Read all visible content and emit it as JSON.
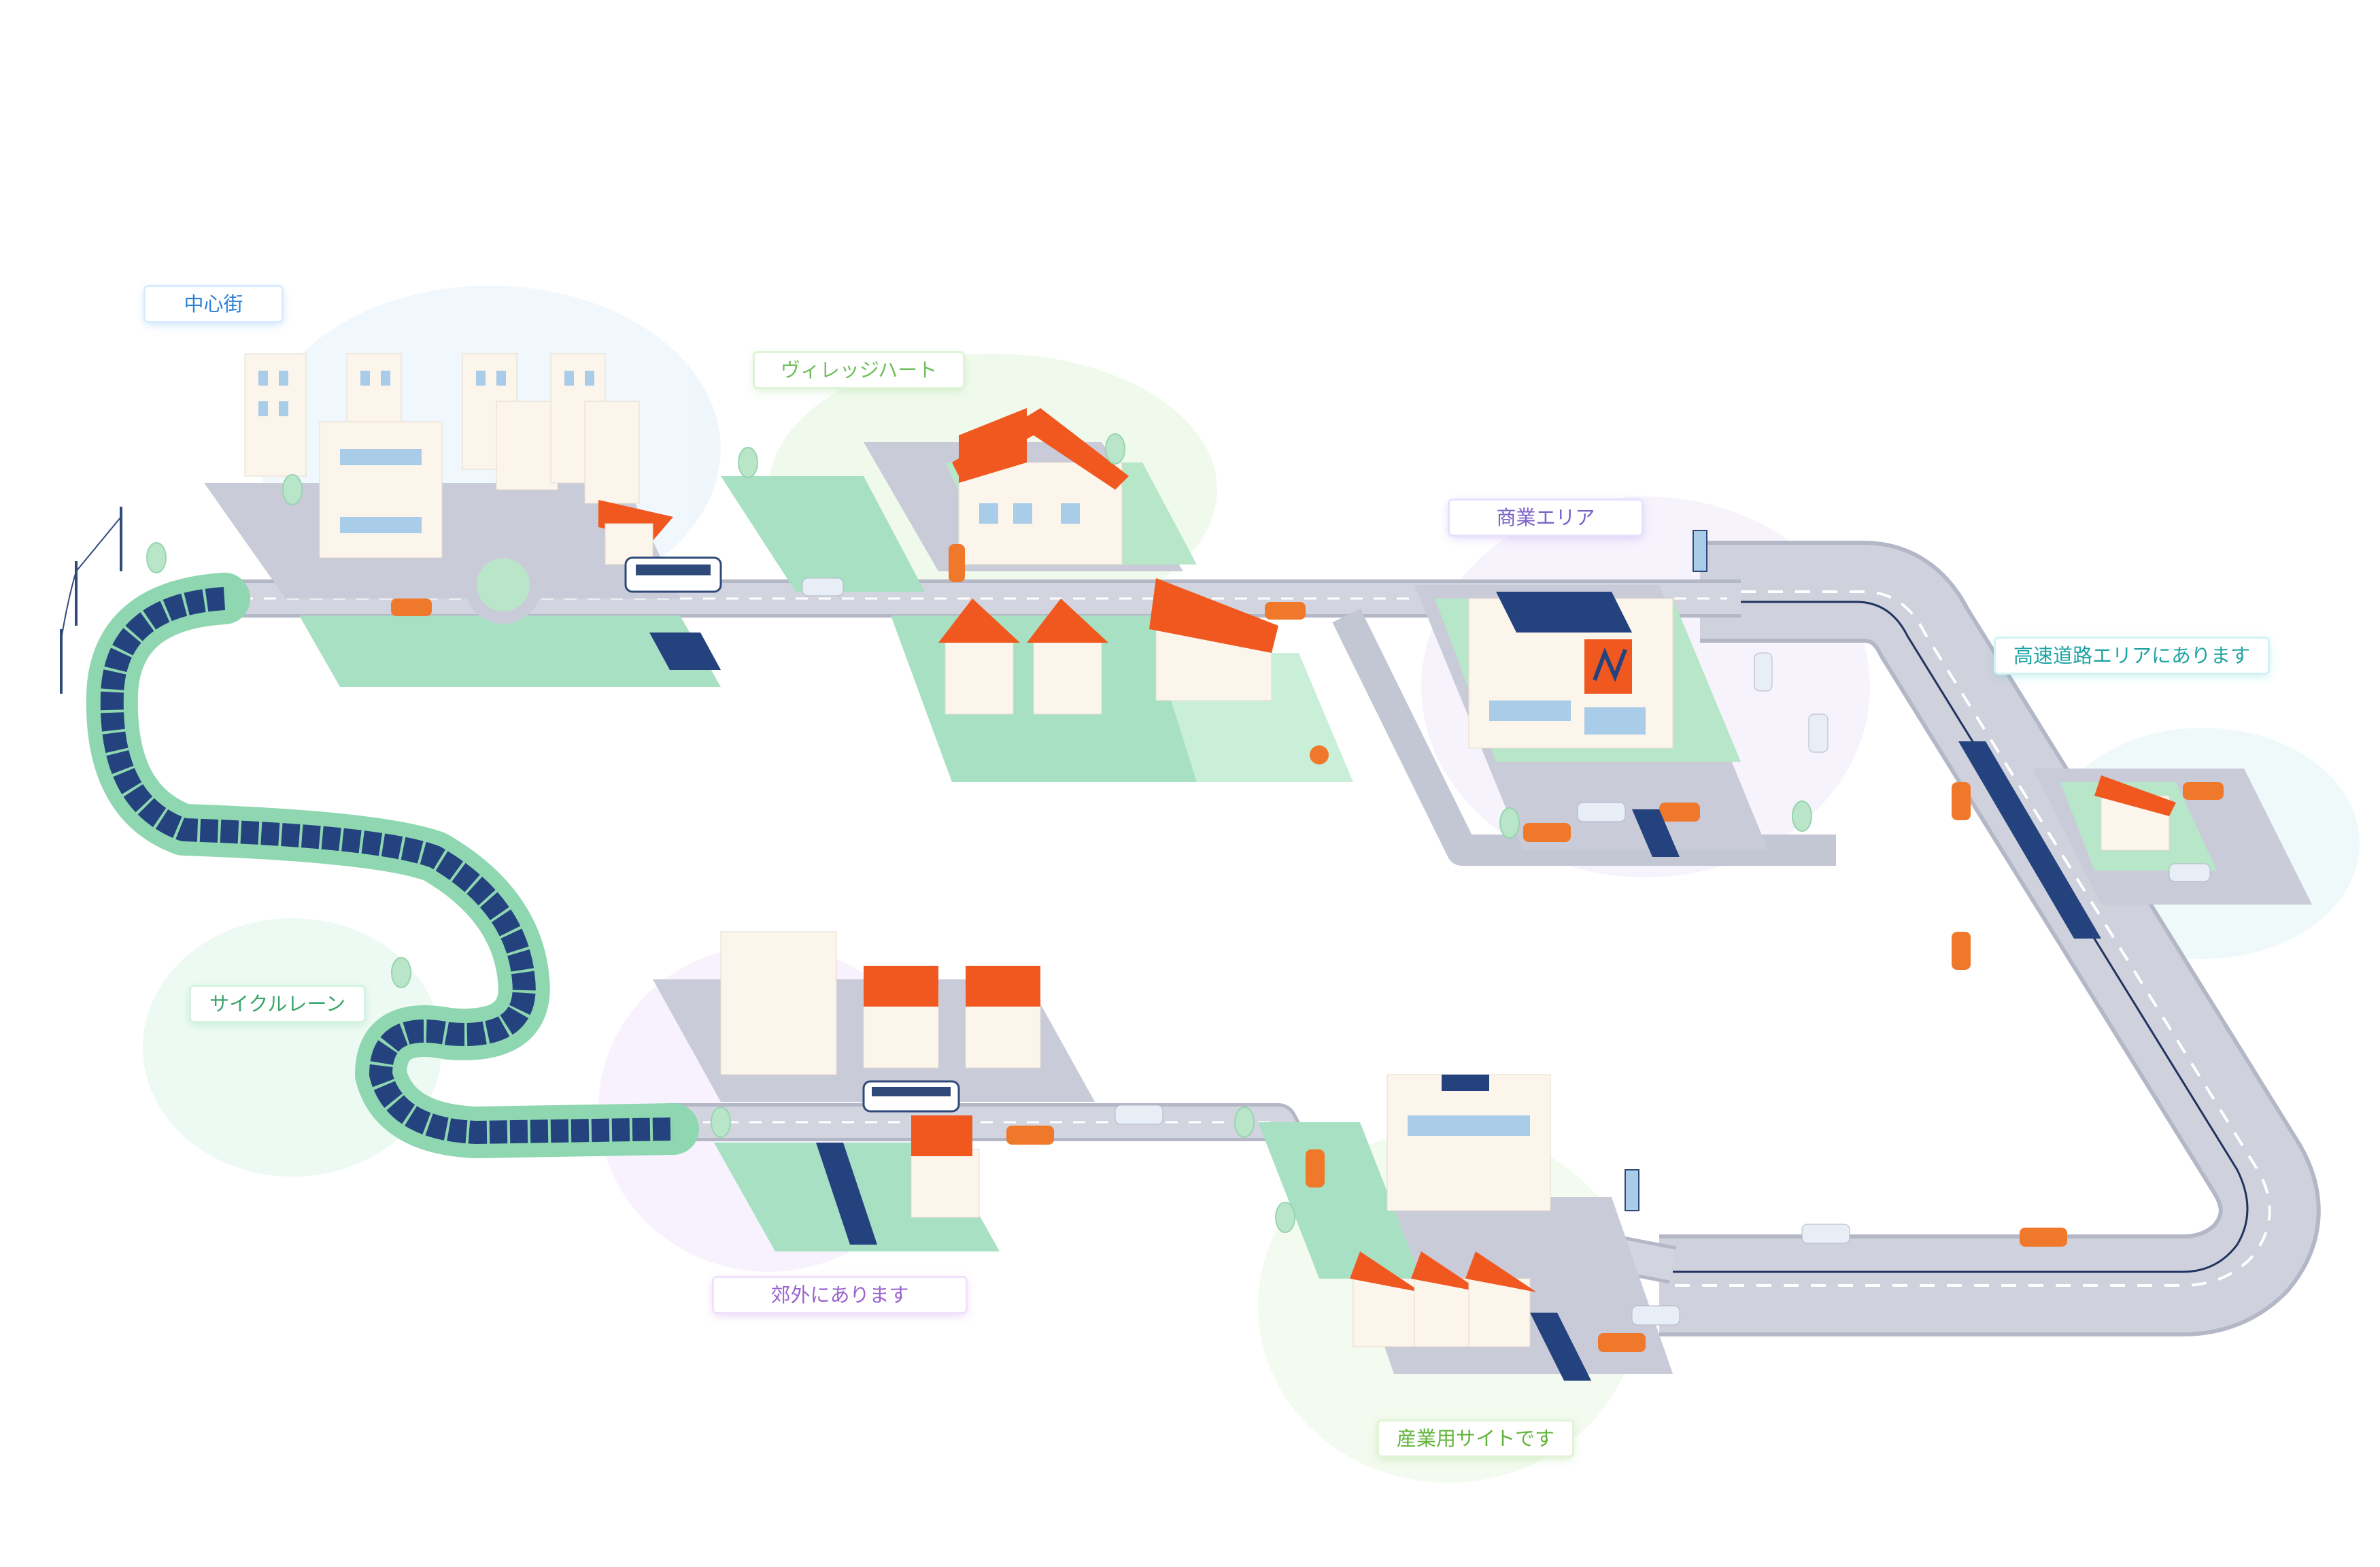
{
  "zones": {
    "city_center": {
      "label": "中心街"
    },
    "village_heart": {
      "label": "ヴィレッジハート"
    },
    "commercial_area": {
      "label": "商業エリア"
    },
    "highway_area": {
      "label": "高速道路エリアにあります"
    },
    "cycle_lane": {
      "label": "サイクルレーン"
    },
    "suburbs": {
      "label": "郊外にあります"
    },
    "industrial_site": {
      "label": "産業用サイトです"
    }
  },
  "colors": {
    "road": "#c9cbd8",
    "road_edge": "#b4b7c6",
    "lane_mark": "#ffffff",
    "grass": "#9fdcbc",
    "grass_light": "#c9efd9",
    "building": "#fbf5ec",
    "building_shade": "#e6dccd",
    "roof": "#f0581f",
    "solar": "#1f3f7a",
    "car": "#f0782a",
    "car_white": "#e8eef6",
    "bus": "#ffffff",
    "window": "#a9cce8",
    "tree": "#b9e6c9"
  }
}
